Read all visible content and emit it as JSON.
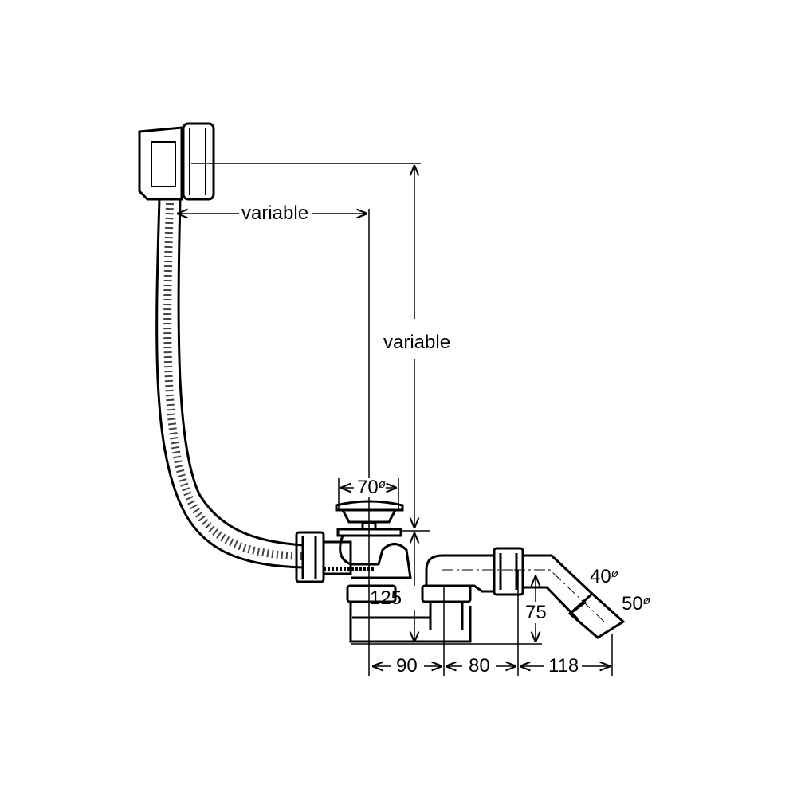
{
  "drawing": {
    "title": "Bath waste and overflow set with siphon – dimension drawing",
    "labels": {
      "horizontal_variable": "variable",
      "vertical_variable": "variable",
      "drain_diameter": "70",
      "inlet_height": "125",
      "outlet_height": "75",
      "outlet_diameter_inner": "40",
      "outlet_diameter_outer": "50",
      "dim_90": "90",
      "dim_80": "80",
      "dim_118": "118",
      "diameter_symbol": "ø"
    },
    "colors": {
      "line": "#000000",
      "background": "#ffffff"
    }
  }
}
